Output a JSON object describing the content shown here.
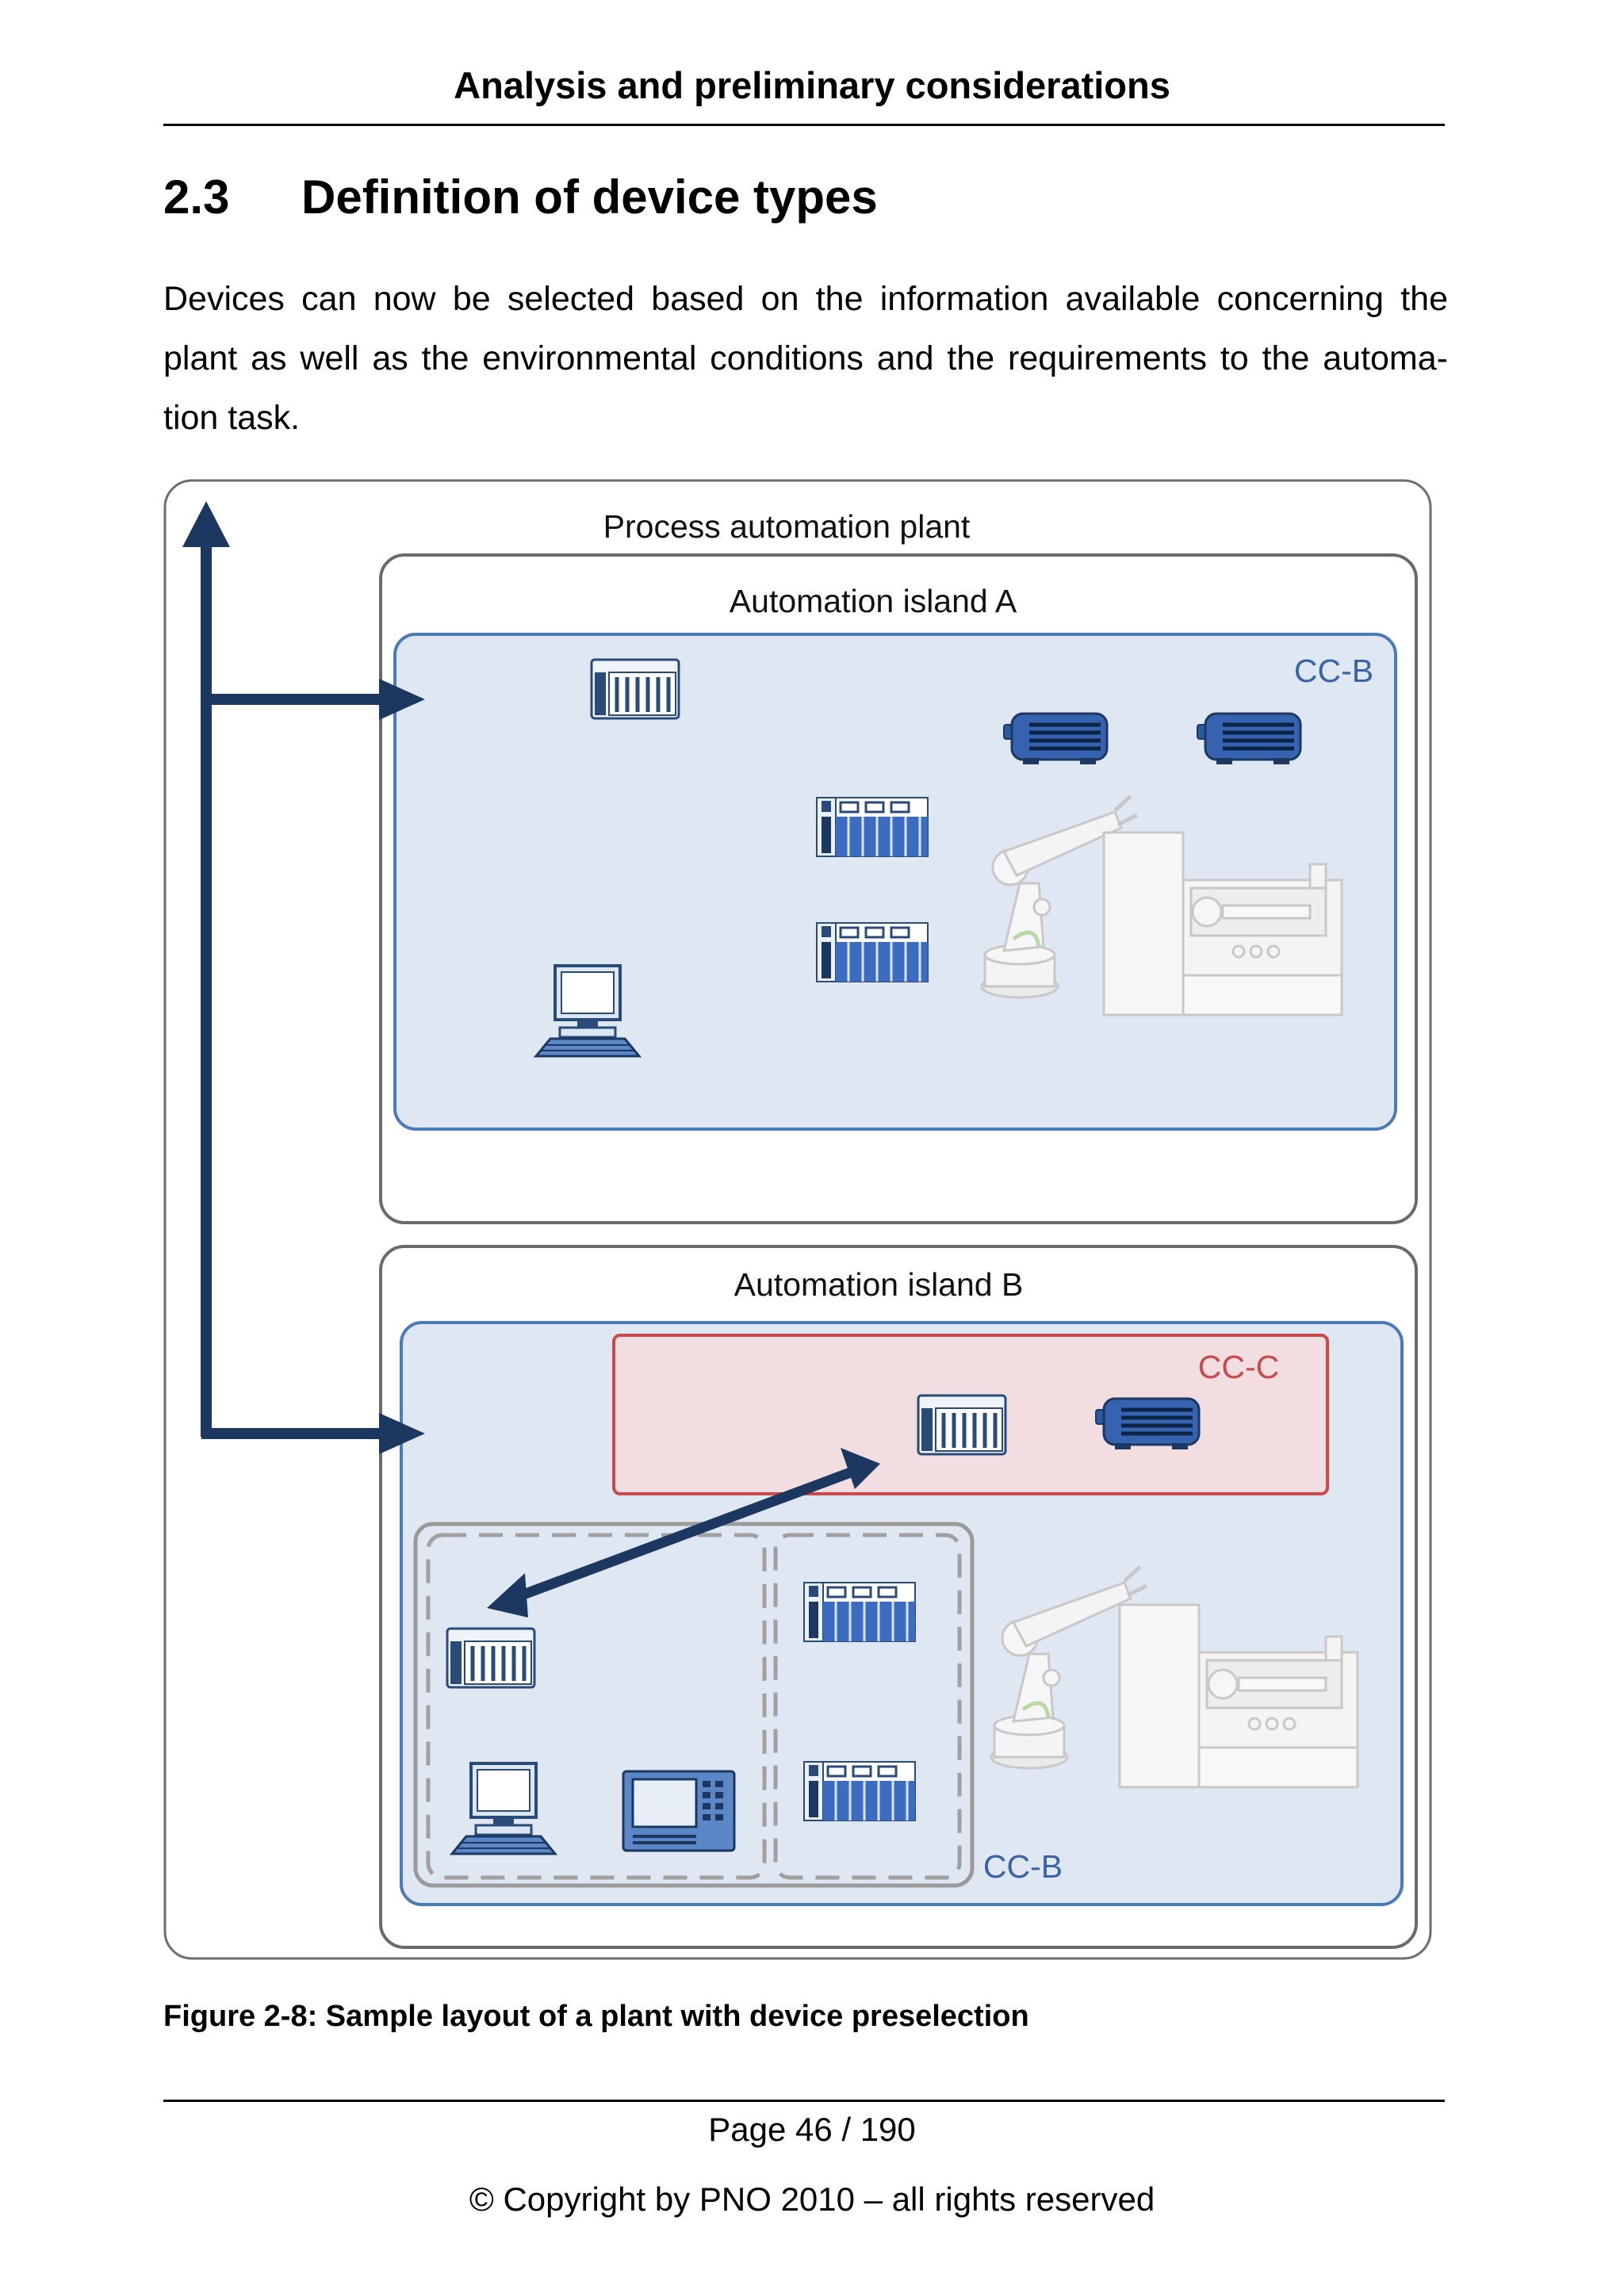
{
  "header": {
    "running_title": "Analysis and preliminary considerations"
  },
  "section": {
    "number": "2.3",
    "title": "Definition of device types"
  },
  "body": {
    "paragraph": "Devices can now be selected based on the information available concerning the plant as well as the environmental conditions and the requirements to the automation task.",
    "lines": [
      "Devices can now be selected based on the information available concerning the",
      "plant as well as the environmental conditions and the requirements to the automa-",
      "tion task."
    ]
  },
  "figure": {
    "plant_label": "Process automation plant",
    "island_a": {
      "label": "Automation island A",
      "class_label": "CC-B"
    },
    "island_b": {
      "label": "Automation island B",
      "class_label_outer": "CC-B",
      "class_label_inner": "CC-C"
    },
    "caption": "Figure 2-8: Sample layout of a plant with device preselection",
    "icons": [
      "controller-icon",
      "motor-icon",
      "io-module-icon",
      "robot-icon",
      "machine-tool-icon",
      "pc-icon",
      "hmi-panel-icon"
    ],
    "colors": {
      "arrow": "#1c3860",
      "cc_b_border": "#4a7ab8",
      "cc_b_fill": "#dfe7f3",
      "cc_c_border": "#c84a4a",
      "cc_c_fill": "#f2dde0"
    }
  },
  "footer": {
    "page": "Page 46 / 190",
    "copyright": "© Copyright by PNO 2010 – all rights reserved"
  }
}
